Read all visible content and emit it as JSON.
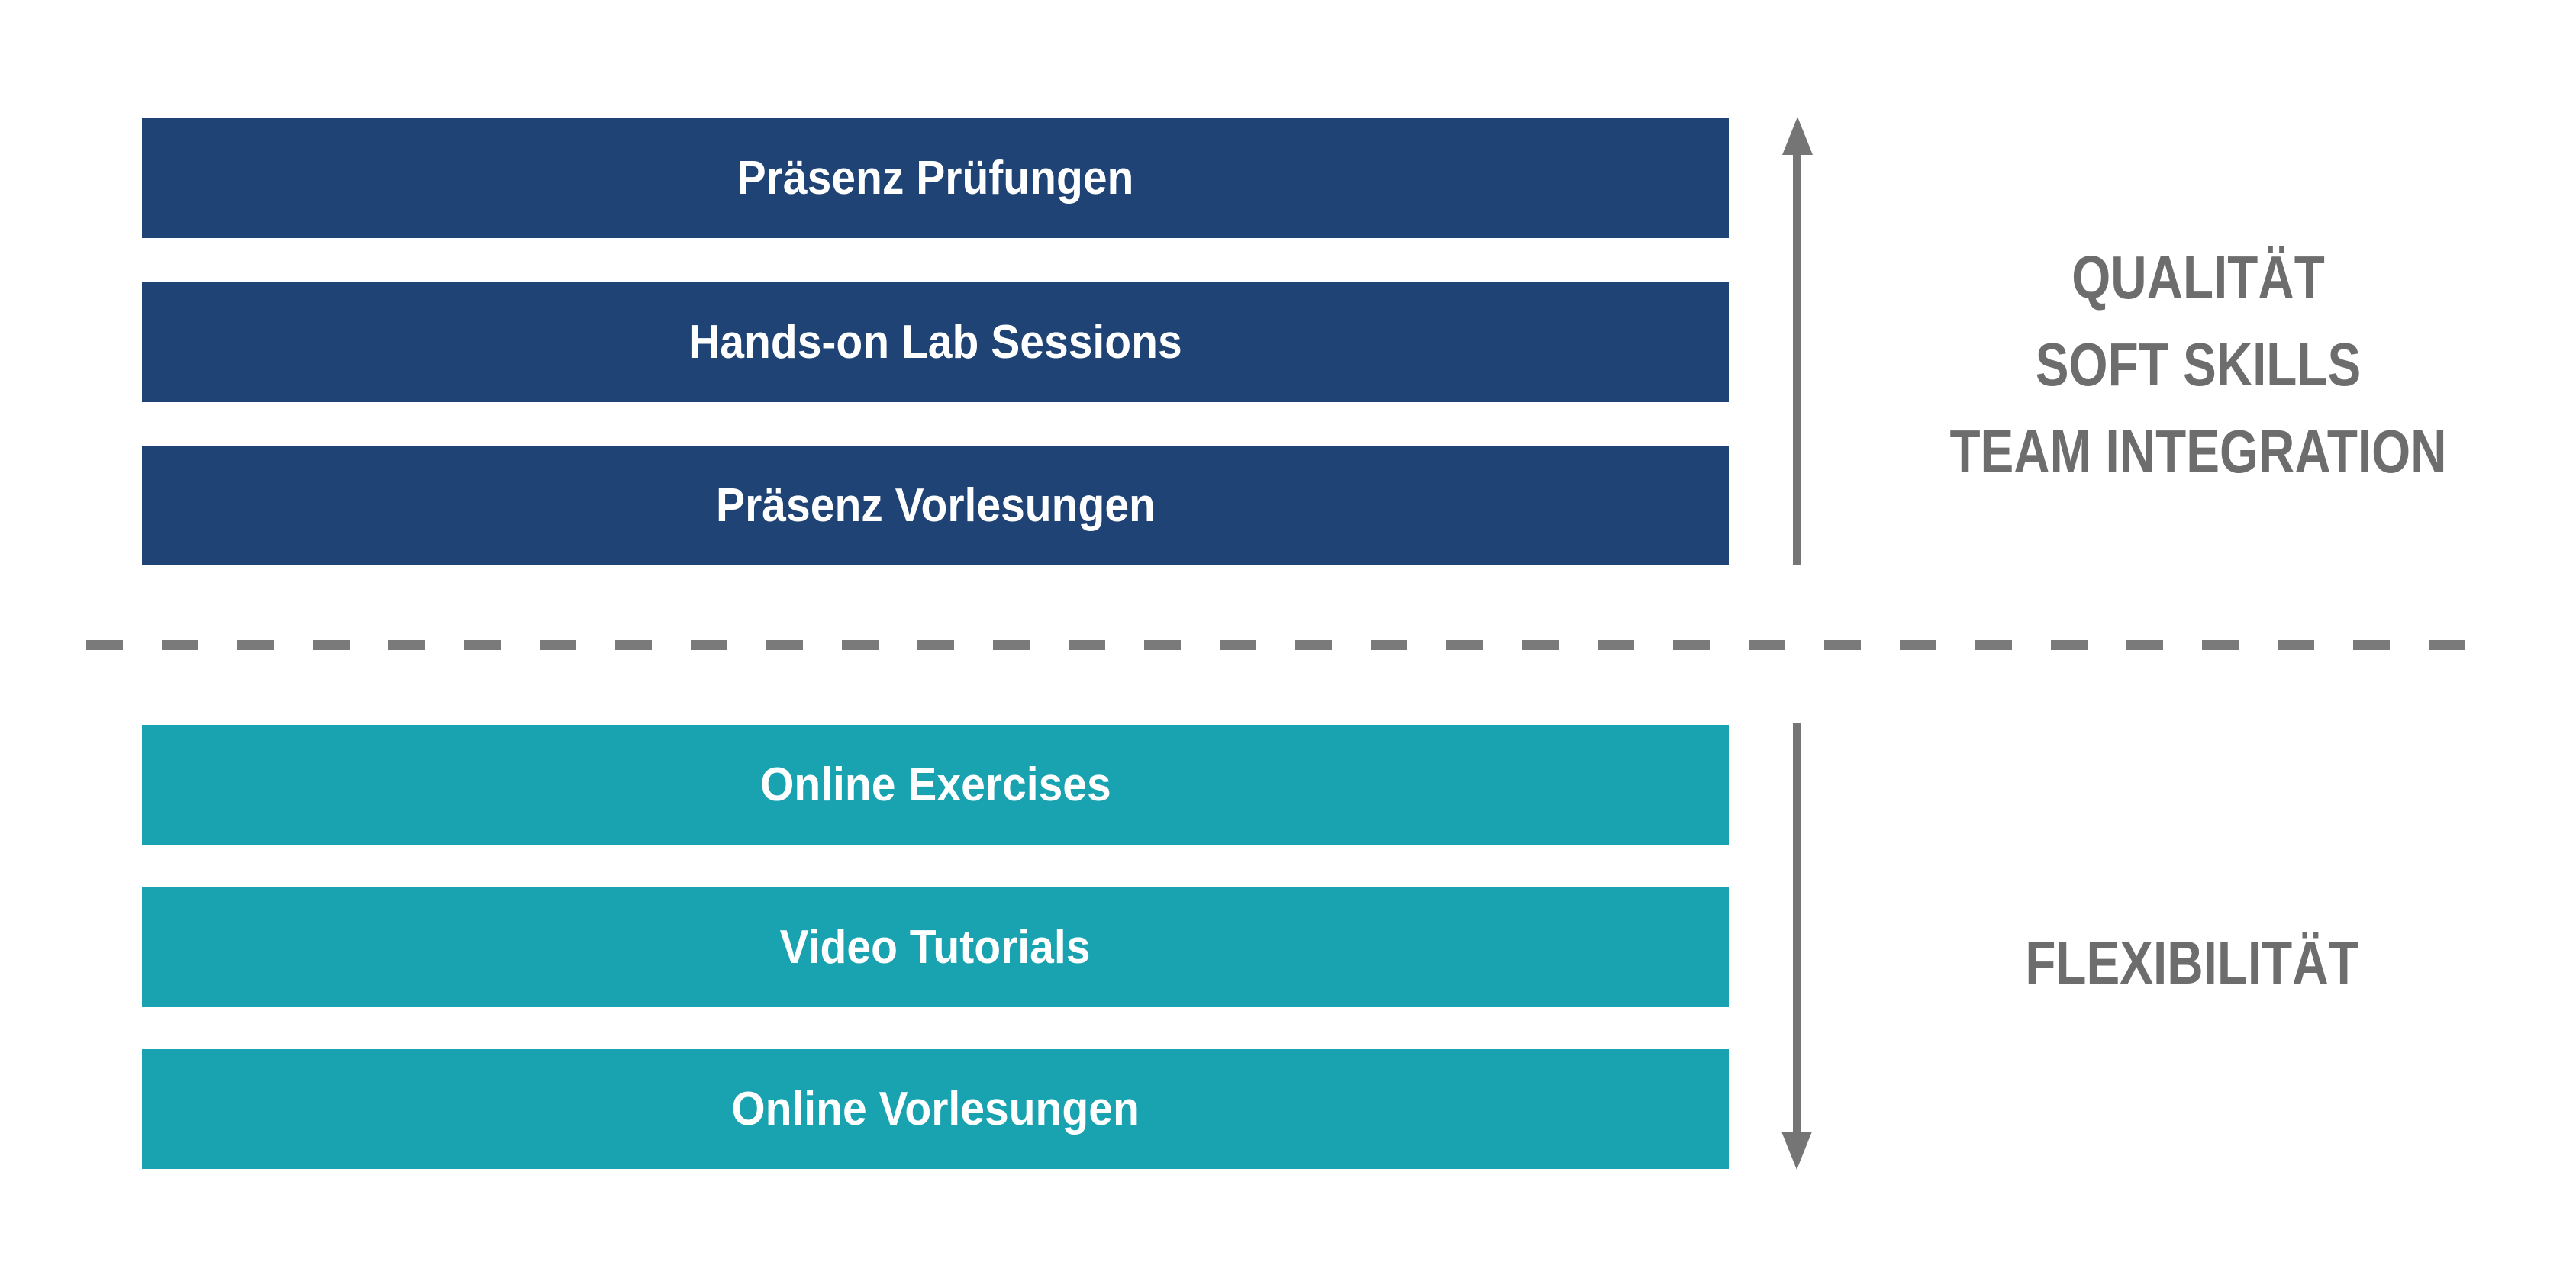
{
  "diagram": {
    "title_implicit": "Blended learning: Präsenz vs. Online Komponenten",
    "bars": [
      {
        "label": "Präsenz Prüfungen",
        "group": "praesenz"
      },
      {
        "label": "Hands-on Lab Sessions",
        "group": "praesenz"
      },
      {
        "label": "Präsenz Vorlesungen",
        "group": "praesenz"
      },
      {
        "label": "Online Exercises",
        "group": "online"
      },
      {
        "label": "Video Tutorials",
        "group": "online"
      },
      {
        "label": "Online Vorlesungen",
        "group": "online"
      }
    ],
    "axis_labels": {
      "top_lines": [
        "QUALITÄT",
        "SOFT SKILLS",
        "TEAM INTEGRATION"
      ],
      "bottom": "FLEXIBILITÄT"
    },
    "icons": {
      "arrow_up": "arrow-up-icon",
      "arrow_down": "arrow-down-icon",
      "divider": "dashed-divider"
    },
    "colors": {
      "praesenz_bar": "#1f4374",
      "online_bar": "#19a3b1",
      "bar_text": "#ffffff",
      "side_label_text": "#6d6d6d",
      "arrow": "#757575",
      "divider_dash": "#7a7a7a",
      "background": "#ffffff"
    }
  }
}
